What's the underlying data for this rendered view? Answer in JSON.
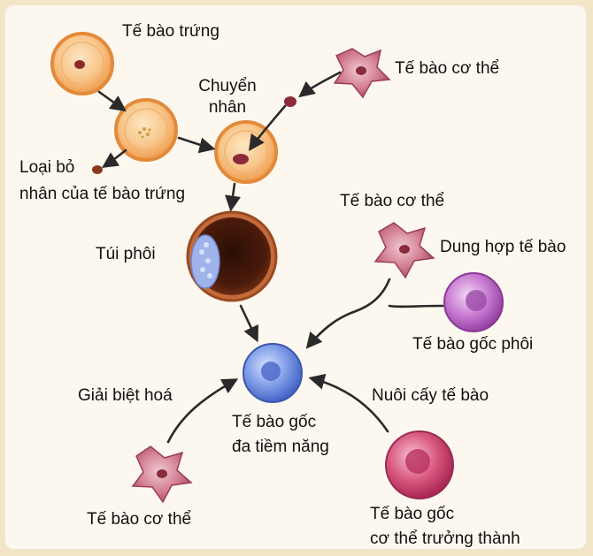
{
  "labels": {
    "egg_cell": "Tế bào trứng",
    "nuclear_transfer_line1": "Chuyển",
    "nuclear_transfer_line2": "nhân",
    "somatic_cell_top": "Tế bào cơ thể",
    "remove_nucleus_line1": "Loại bỏ",
    "remove_nucleus_line2": "nhân của tế bào trứng",
    "blastocyst": "Túi phôi",
    "somatic_cell_right": "Tế bào cơ thể",
    "cell_fusion": "Dung hợp tế bào",
    "embryonic_stem_cell": "Tế bào gốc phôi",
    "dedifferentiation": "Giải biệt hoá",
    "cell_culture": "Nuôi cấy tế bào",
    "pluripotent_line1": "Tế bào gốc",
    "pluripotent_line2": "đa tiềm năng",
    "somatic_cell_bottom": "Tế bào cơ thể",
    "adult_stem_line1": "Tế bào gốc",
    "adult_stem_line2": "cơ thể trưởng thành"
  },
  "colors": {
    "background": "#f3e6c8",
    "panel": "#fdf8ef",
    "egg_outer": "#f2a45a",
    "egg_inner": "#fbd9a6",
    "somatic": "#c4546e",
    "embryonic_stem": "#b45bbf",
    "pluripotent": "#5b7fd6",
    "adult_stem": "#c8386a",
    "arrow": "#2a2a2a"
  }
}
